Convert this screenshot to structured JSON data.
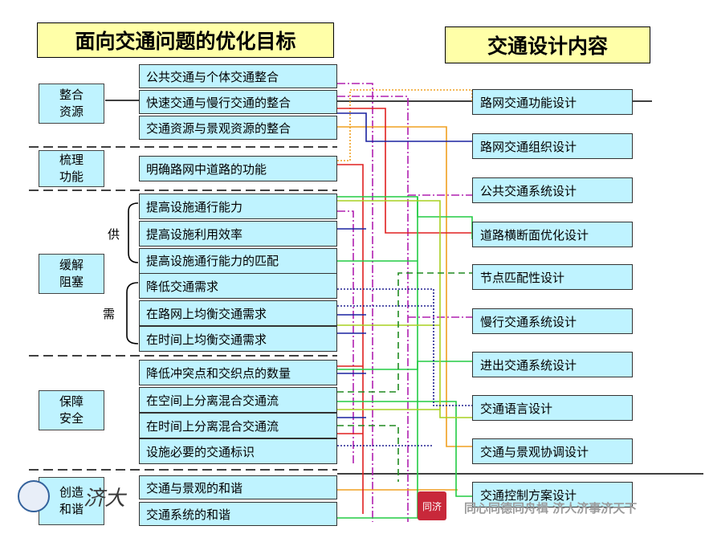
{
  "left_title": "面向交通问题的优化目标",
  "right_title": "交通设计内容",
  "categories": [
    {
      "label": "整合\n资源"
    },
    {
      "label": "梳理\n功能"
    },
    {
      "label": "缓解\n阻塞"
    },
    {
      "label": "保障\n安全"
    },
    {
      "label": "创造\n和谐"
    }
  ],
  "supply_label": "供",
  "demand_label": "需",
  "goals": [
    "公共交通与个体交通整合",
    "快速交通与慢行交通的整合",
    "交通资源与景观资源的整合",
    "明确路网中道路的功能",
    "提高设施通行能力",
    "提高设施利用效率",
    "提高设施通行能力的匹配",
    "降低交通需求",
    "在路网上均衡交通需求",
    "在时间上均衡交通需求",
    "降低冲突点和交织点的数量",
    "在空间上分离混合交通流",
    "在时间上分离混合交通流",
    "设施必要的交通标识",
    "交通与景观的和谐",
    "交通系统的和谐"
  ],
  "designs": [
    "路网交通功能设计",
    "路网交通组织设计",
    "公共交通系统设计",
    "道路横断面优化设计",
    "节点匹配性设计",
    "慢行交通系统设计",
    "进出交通系统设计",
    "交通语言设计",
    "交通与景观协调设计",
    "交通控制方案设计"
  ],
  "line_colors": {
    "red": "#e02020",
    "blue": "#1a22a0",
    "orange": "#f0a020",
    "green": "#22cc44",
    "yellowgreen": "#a8d020",
    "purple": "#b020b0",
    "darkgreen": "#208a20",
    "navy": "#202090"
  },
  "footer": {
    "brush_text": "济大",
    "logo_text": "同济",
    "slogan": "同心同德同舟楫 济人济事济天下"
  }
}
